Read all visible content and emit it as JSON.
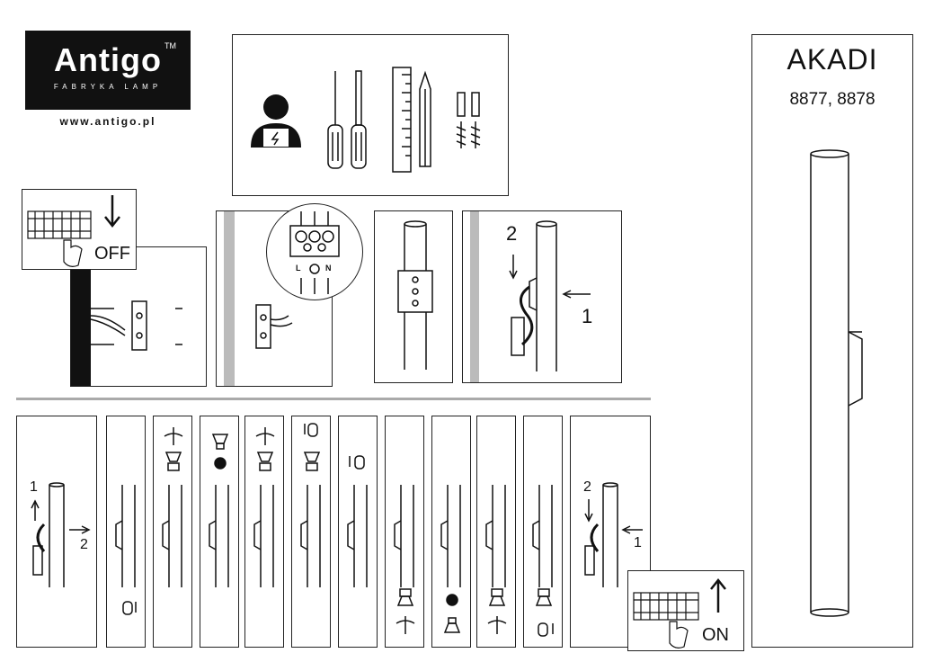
{
  "brand": {
    "name": "Antigo",
    "tm": "TM",
    "tagline": "FABRYKA LAMP",
    "website": "www.antigo.pl"
  },
  "product": {
    "name": "AKADI",
    "models": "8877, 8878"
  },
  "power": {
    "off_label": "OFF",
    "on_label": "ON"
  },
  "terminal": {
    "l": "L",
    "n": "N"
  },
  "mount_steps": {
    "step1": "1",
    "step2": "2"
  },
  "remove_steps": {
    "step1": "1",
    "step2": "2"
  },
  "reinstall_steps": {
    "step1": "1",
    "step2": "2"
  }
}
